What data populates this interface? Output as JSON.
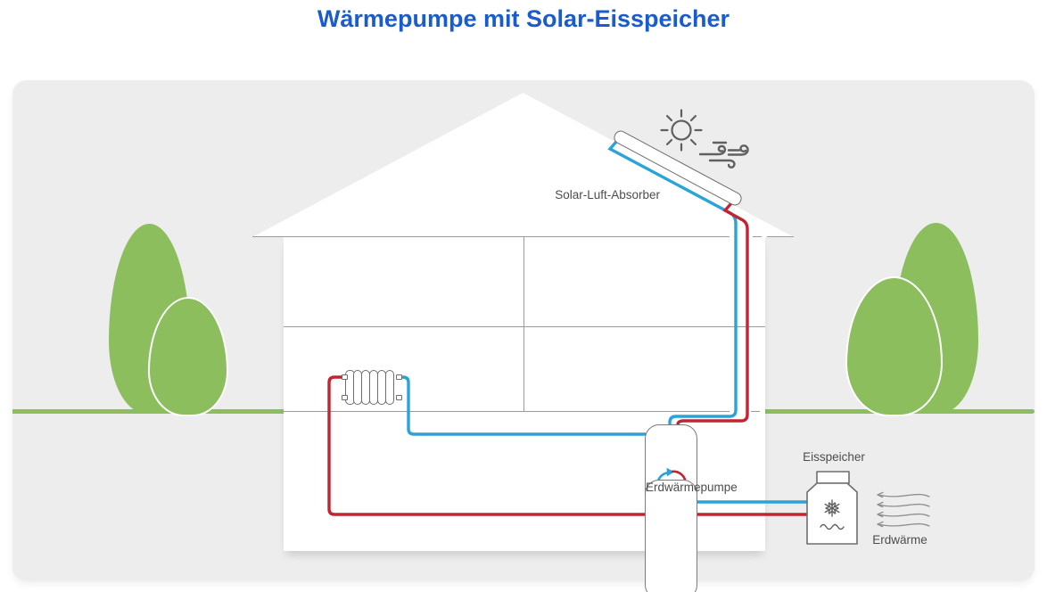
{
  "title": {
    "text": "Wärmepumpe mit Solar-Eisspeicher"
  },
  "diagram": {
    "labels": {
      "solar_absorber": "Solar-Luft-Absorber",
      "heat_pump": "Erdwärmepumpe",
      "ice_storage": "Eisspeicher",
      "geothermal": "Erdwärme"
    },
    "icons": [
      "sun-icon",
      "wind-icon",
      "solar-air-absorber-panel",
      "radiator-icon",
      "heat-pump-cycle-icon",
      "ice-storage-tank-icon",
      "snowflake-icon",
      "water-wave-icon",
      "geothermal-heat-arrows-icon",
      "tree-shape"
    ],
    "pipes": {
      "warm_line": "red",
      "cold_line": "blue"
    }
  },
  "colors": {
    "title": "#1b5ccd",
    "panel": "#ededed",
    "green": "#8cbe5d",
    "red": "#c32431",
    "blue": "#2aa4d8",
    "line": "#9b9b9b",
    "icon": "#606060",
    "label": "#4d4d4d"
  }
}
